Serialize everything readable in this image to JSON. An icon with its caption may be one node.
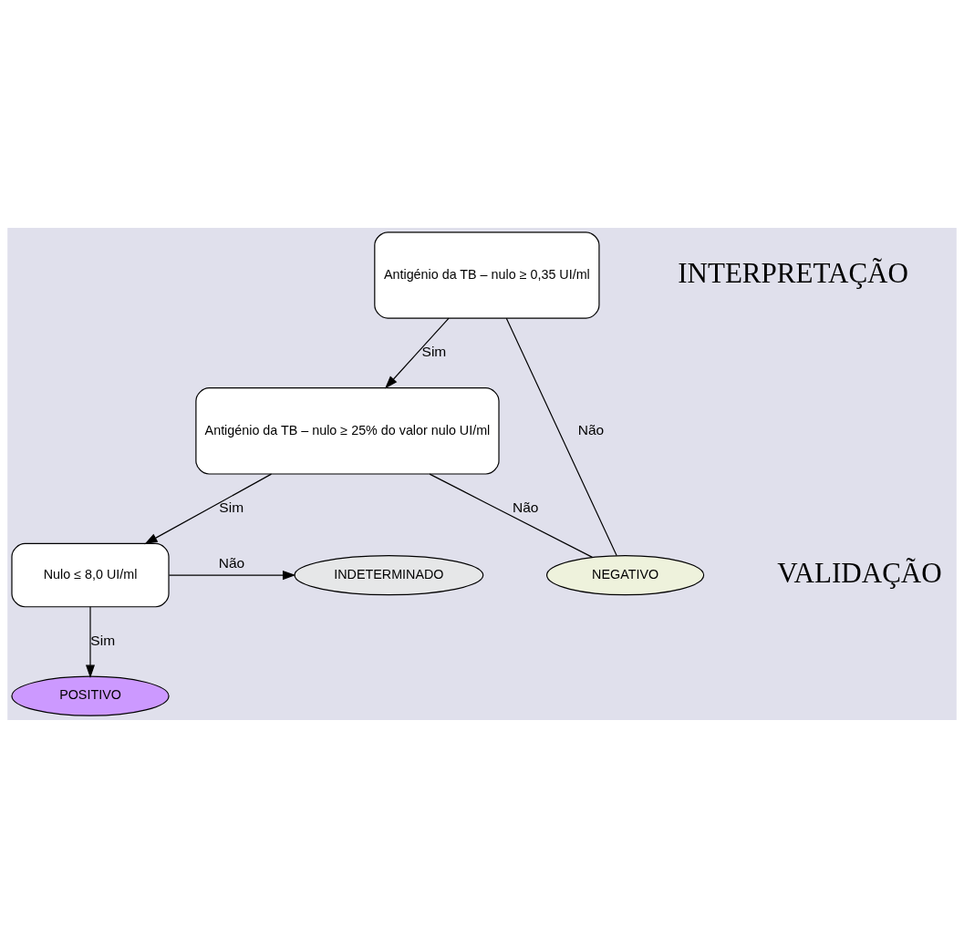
{
  "diagram": {
    "nodes": [
      {
        "text": [
          "Antigénio da TB – nulo ≥ 0,35 UI/ml"
        ]
      },
      {
        "text": [
          "Antigénio da TB – nulo ≥ 25% do valor nulo UI/ml"
        ]
      },
      {
        "text": [
          "Nulo ≤ 8,0 UI/ml"
        ]
      },
      {
        "text": [
          "INDETERMINADO"
        ]
      },
      {
        "text": [
          "NEGATIVO"
        ]
      },
      {
        "text": [
          "POSITIVO"
        ]
      }
    ],
    "edges": [
      {
        "from": 0,
        "to": 1,
        "arrow": "to",
        "label": "Sim"
      },
      {
        "from": 0,
        "to": 4,
        "arrow": "none",
        "label": "Não"
      },
      {
        "from": 1,
        "to": 2,
        "arrow": "to",
        "label": "Sim"
      },
      {
        "from": 1,
        "to": 4,
        "arrow": "none",
        "label": "Não"
      },
      {
        "from": 2,
        "to": 3,
        "arrow": "to",
        "label": "Não"
      },
      {
        "from": 2,
        "to": 5,
        "arrow": "to",
        "label": "Sim"
      }
    ],
    "labels": [
      "INTERPRETAÇÃO",
      "VALIDAÇÃO"
    ]
  }
}
